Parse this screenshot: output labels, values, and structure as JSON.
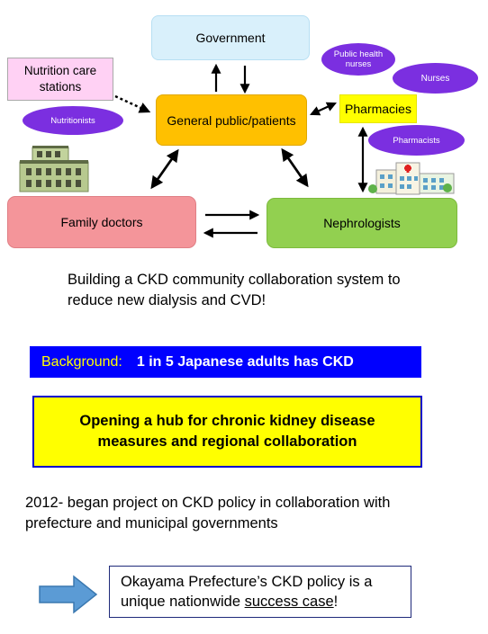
{
  "nodes": {
    "government": "Government",
    "nutrition_care_stations": "Nutrition care stations",
    "general_public": "General public/patients",
    "pharmacies": "Pharmacies",
    "family_doctors": "Family doctors",
    "nephrologists": "Nephrologists"
  },
  "roles": {
    "public_health_nurses": "Public health nurses",
    "nurses": "Nurses",
    "nutritionists": "Nutritionists",
    "pharmacists": "Pharmacists"
  },
  "caption": "Building a CKD community collaboration system to reduce new dialysis and CVD!",
  "background": {
    "label": "Background:",
    "text": "1 in 5 Japanese adults has CKD"
  },
  "hub_text": "Opening a hub for chronic kidney disease measures and regional collaboration",
  "project_text": "2012- began project on CKD policy in collaboration with prefecture and municipal governments",
  "policy": {
    "text_before": "Okayama Prefecture’s CKD policy is a unique nationwide ",
    "underlined": "success case",
    "text_after": "!"
  },
  "colors": {
    "government": "#d9f0fb",
    "nutrition_care_stations": "#ffd1f4",
    "general_public": "#ffc000",
    "pharmacies": "#ffff00",
    "family_doctors": "#f4959a",
    "nephrologists": "#92d050",
    "role_ellipse": "#7b2fe0",
    "background_bar": "#0000ff",
    "background_label": "#ffff00",
    "hub_fill": "#ffff00",
    "arrow": "#5b9bd5"
  }
}
